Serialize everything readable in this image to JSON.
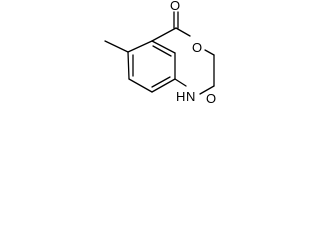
{
  "molecule": {
    "atoms": {
      "o_carbonyl_top": "O",
      "o_ring": "O",
      "o_carbonyl_right": "O",
      "n_ring": "N",
      "h_ring": "H"
    }
  }
}
